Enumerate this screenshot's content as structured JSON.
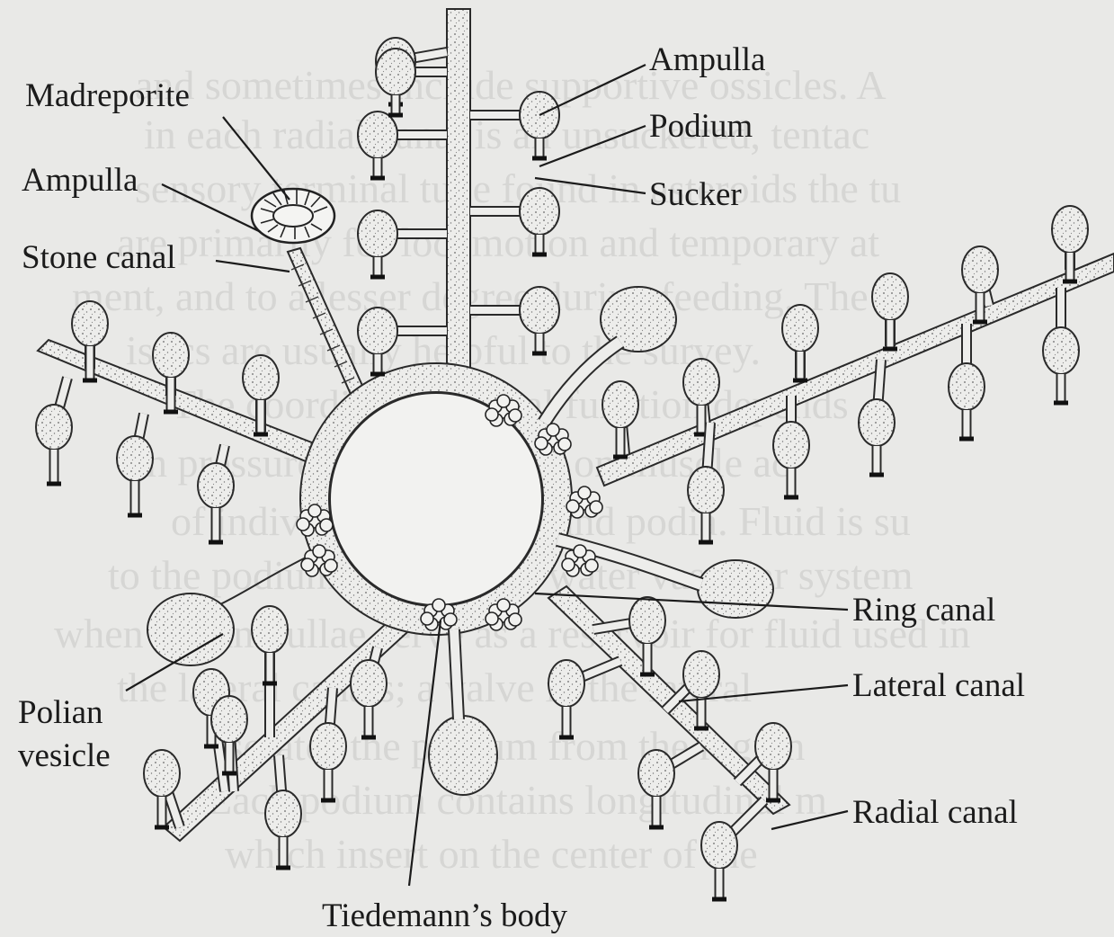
{
  "labels": {
    "madreporite": "Madreporite",
    "ampulla_left": "Ampulla",
    "stone_canal": "Stone canal",
    "ampulla_top": "Ampulla",
    "podium": "Podium",
    "sucker": "Sucker",
    "ring_canal": "Ring canal",
    "lateral_canal": "Lateral canal",
    "radial_canal": "Radial canal",
    "polian_vesicle_line1": "Polian",
    "polian_vesicle_line2": "vesicle",
    "tiedemanns_body": "Tiedemann’s body"
  },
  "background_text_lines": [
    "and sometimes include supportive ossicles. A",
    "in each radial canal is an unsuckered, tentac",
    "sensory terminal tube found in asteroids the tu",
    "are primarily for locomotion and temporary at",
    "ment, and to a lesser degree during feeding. The",
    "istics are usually helpful to the survey.",
    "The coordinated podial function depends",
    "on pressure regulation and on muscle ac",
    "of individual ampullae and podia. Fluid is su",
    "to the podium through the water vascular system",
    "when the ampullae serve as a reservoir for fluid used in",
    "the lateral canals; a valve in the lateral",
    "isolates the podium from the region",
    "Each podium contains longitudinal m",
    "which insert on the center of the"
  ]
}
